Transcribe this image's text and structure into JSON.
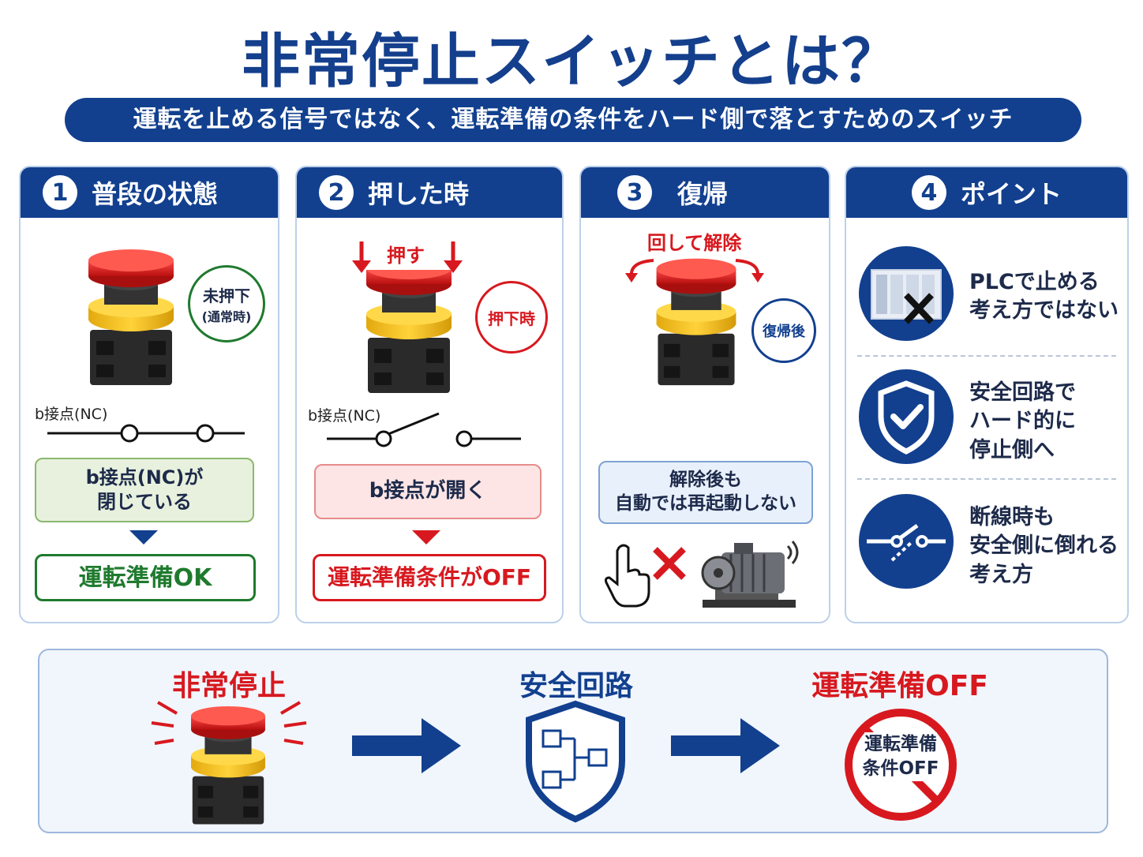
{
  "header": {
    "title": "非常停止スイッチとは？",
    "subtitle": "運転を止める信号ではなく、運転準備の条件をハード側で落とすためのスイッチ"
  },
  "panels": [
    {
      "number": "1",
      "title": "普段の状態",
      "tag_line1": "未押下",
      "tag_line2": "(通常時)",
      "contact_label": "b接点(NC)",
      "status_line1": "b接点(NC)が",
      "status_line2": "閉じている",
      "result": "運転準備OK"
    },
    {
      "number": "2",
      "title": "押した時",
      "press_label": "押す",
      "tag": "押下時",
      "contact_label": "b接点(NC)",
      "status": "b接点が開く",
      "result": "運転準備条件がOFF"
    },
    {
      "number": "3",
      "title": "復帰",
      "twist_label": "回して解除",
      "tag": "復帰後",
      "note_line1": "解除後も",
      "note_line2": "自動では再起動しない"
    },
    {
      "number": "4",
      "title": "ポイント",
      "points": [
        {
          "line1": "PLCで止める",
          "line2": "考え方ではない",
          "line3": "",
          "icon": "plc-cross-icon"
        },
        {
          "line1": "安全回路で",
          "line2": "ハード的に",
          "line3": "停止側へ",
          "icon": "shield-check-icon"
        },
        {
          "line1": "断線時も",
          "line2": "安全側に倒れる",
          "line3": "考え方",
          "icon": "broken-wire-icon"
        }
      ]
    }
  ],
  "flow": {
    "step1": "非常停止",
    "step2": "安全回路",
    "step3": "運転準備OFF",
    "sign_line1": "運転準備",
    "sign_line2": "条件OFF"
  },
  "colors": {
    "primary": "#12408f",
    "red": "#d7191f",
    "green": "#1f7a2e",
    "yellow": "#f2c21b"
  }
}
